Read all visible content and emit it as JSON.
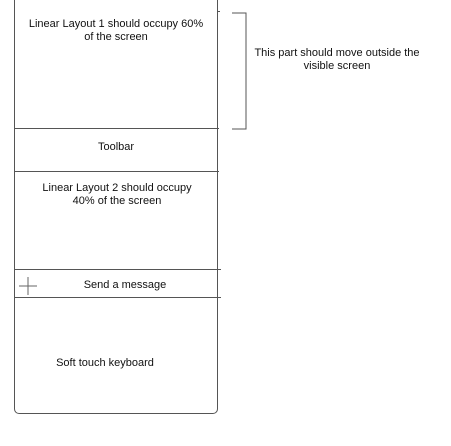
{
  "sections": {
    "layout1": "Linear Layout 1 should occupy 60% of the screen",
    "toolbar": "Toolbar",
    "layout2": "Linear Layout 2 should occupy 40% of the screen",
    "message": "Send a message",
    "keyboard": "Soft touch keyboard"
  },
  "annotation": "This part should move outside the visible screen",
  "icons": {
    "add": "plus-icon"
  }
}
